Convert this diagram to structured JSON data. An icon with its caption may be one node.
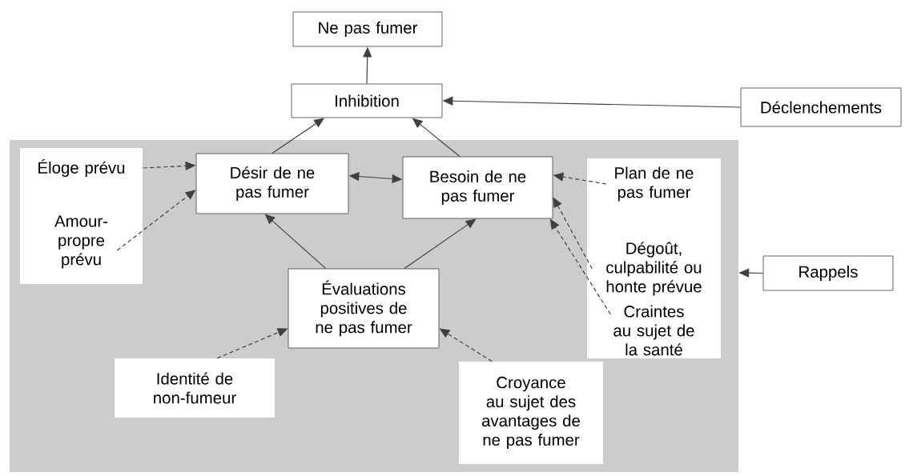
{
  "diagram": {
    "nodes": [
      {
        "text": [
          "Ne pas fumer"
        ]
      },
      {
        "text": [
          "Inhibition"
        ]
      },
      {
        "text": [
          "Déclenchements"
        ]
      },
      {
        "text": [],
        "shape": "box"
      },
      {
        "text": [],
        "shape": "box",
        "in": 3
      },
      {
        "text": [
          "Éloge prévu"
        ],
        "in": 4
      },
      {
        "text": [
          "Amour-propre prévu"
        ],
        "in": 4
      },
      {
        "text": [
          "Désir de ne pas fumer"
        ],
        "in": 3
      },
      {
        "text": [
          "Besoin de ne pas fumer"
        ],
        "in": 3
      },
      {
        "text": [],
        "shape": "box",
        "in": 3
      },
      {
        "text": [
          "Plan de ne pas fumer"
        ],
        "in": 9
      },
      {
        "text": [
          "Dégoût, culpabilité ou honte prévue"
        ],
        "in": 9
      },
      {
        "text": [
          "Craintes au sujet de la santé"
        ],
        "in": 9
      },
      {
        "text": [
          "Évaluations positives de ne pas fumer"
        ],
        "in": 3
      },
      {
        "text": [
          "Identité de non-fumeur"
        ],
        "in": 3
      },
      {
        "text": [
          "Croyance au sujet des avantages de ne pas fumer"
        ],
        "in": 3
      },
      {
        "text": [
          "Rappels"
        ]
      }
    ],
    "edges": [
      {
        "from": 1,
        "to": 0,
        "arrow": "to"
      },
      {
        "from": 2,
        "to": 1,
        "arrow": "to"
      },
      {
        "from": 7,
        "to": 1,
        "arrow": "to"
      },
      {
        "from": 8,
        "to": 1,
        "arrow": "to"
      },
      {
        "from": 7,
        "to": 8,
        "arrow": "both"
      },
      {
        "from": 13,
        "to": 7,
        "arrow": "to"
      },
      {
        "from": 13,
        "to": 8,
        "arrow": "to"
      },
      {
        "from": 5,
        "to": 7,
        "arrow": "to",
        "style": "dashed"
      },
      {
        "from": 6,
        "to": 7,
        "arrow": "to",
        "style": "dashed"
      },
      {
        "from": 10,
        "to": 8,
        "arrow": "to",
        "style": "dashed"
      },
      {
        "from": 11,
        "to": 8,
        "arrow": "to",
        "style": "dashed"
      },
      {
        "from": 12,
        "to": 8,
        "arrow": "to",
        "style": "dashed"
      },
      {
        "from": 14,
        "to": 13,
        "arrow": "to",
        "style": "dashed"
      },
      {
        "from": 15,
        "to": 13,
        "arrow": "to",
        "style": "dashed"
      },
      {
        "from": 16,
        "to": 3,
        "arrow": "to"
      }
    ]
  }
}
